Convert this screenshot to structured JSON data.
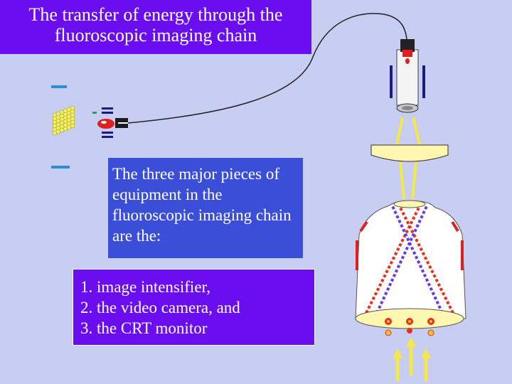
{
  "title": {
    "line1": "The transfer of energy through the",
    "line2": "fluoroscopic imaging chain"
  },
  "info_text": "The three major pieces of equipment in the fluoroscopic  imaging chain are the:",
  "list": [
    "1. image intensifier,",
    "2. the video camera, and",
    "3. the CRT monitor"
  ],
  "colors": {
    "background": "#c8cdf2",
    "title_fill": "#6a0ef0",
    "info_fill": "#3a4ed8",
    "beam_red": "#e8301e",
    "beam_purple": "#6a3ae8",
    "light_yellow": "#f5e84a",
    "dot_yellow": "#f0f06a"
  }
}
